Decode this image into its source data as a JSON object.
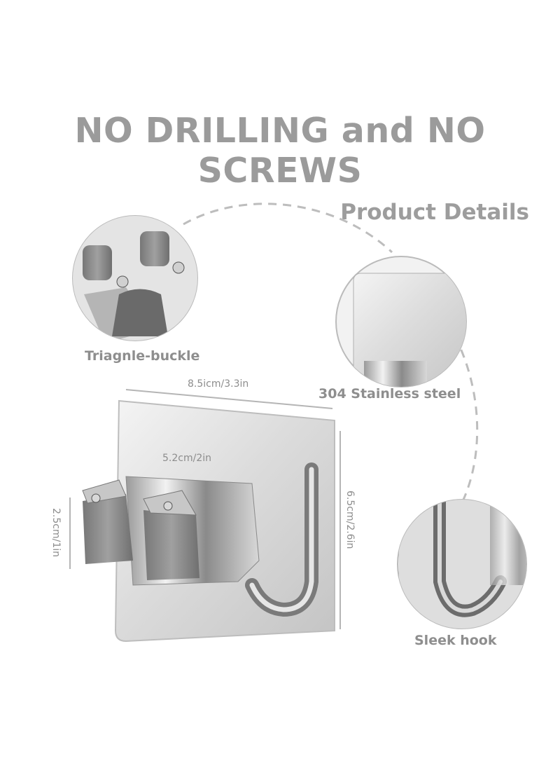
{
  "headline": "NO DRILLING and NO SCREWS",
  "subhead": "Product Details",
  "callouts": {
    "buckle": "Triagnle-buckle",
    "steel": "304 Stainless steel",
    "hook": "Sleek hook"
  },
  "dimensions": {
    "width": "8.5icm/3.3in",
    "inner_width": "5.2cm/2in",
    "height": "6.5cm/2.6in",
    "clip_height": "2.5cm/1in"
  },
  "colors": {
    "text": "#9b9b9b",
    "grip": "#8f8f8f",
    "steel": "#c9c9c9"
  }
}
